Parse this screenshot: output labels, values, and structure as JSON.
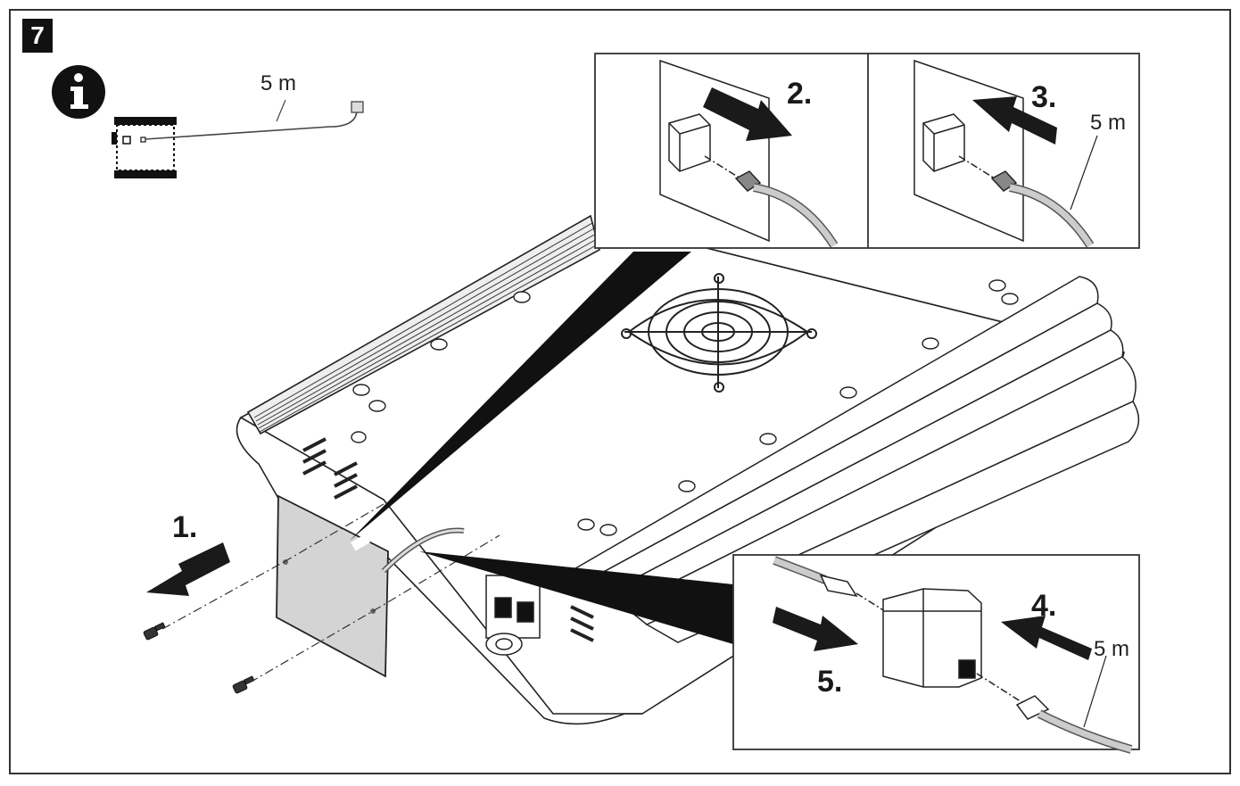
{
  "figure": {
    "number": "7"
  },
  "info_icon": {
    "name": "info-icon"
  },
  "overview": {
    "cable_length": "5 m"
  },
  "steps": {
    "s1": "1.",
    "s2": "2.",
    "s3": "3.",
    "s4": "4.",
    "s5": "5."
  },
  "panel_step3": {
    "cable_length": "5 m"
  },
  "panel_steps45": {
    "cable_length": "5 m"
  },
  "colors": {
    "ink": "#1a1a1a",
    "paper": "#ffffff",
    "cover": "#d4d4d4",
    "cable": "#c9c9c9"
  }
}
